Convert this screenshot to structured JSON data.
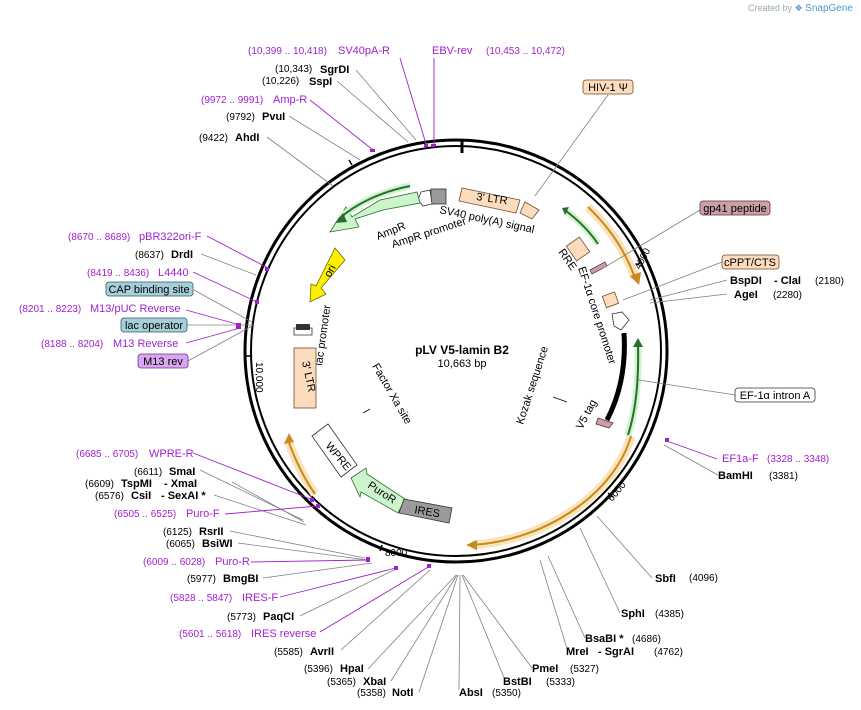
{
  "credit": {
    "prefix": "Created by",
    "brand": "SnapGene"
  },
  "plasmid": {
    "name": "pLV V5-lamin B2",
    "size": "10,663 bp"
  },
  "ticks": [
    "2000",
    "4000",
    "6000",
    "8000",
    "10,000"
  ],
  "sites": {
    "sgrdi": {
      "name": "SgrDI",
      "pos": "(10,343)"
    },
    "sspi": {
      "name": "SspI",
      "pos": "(10,226)"
    },
    "pvui": {
      "name": "PvuI",
      "pos": "(9792)"
    },
    "ahdi": {
      "name": "AhdI",
      "pos": "(9422)"
    },
    "drdi": {
      "name": "DrdI",
      "pos": "(8637)"
    },
    "bspdi": {
      "name": "BspDI",
      "sep": "- ClaI",
      "pos": "(2180)"
    },
    "agei": {
      "name": "AgeI",
      "pos": "(2280)"
    },
    "bamhi": {
      "name": "BamHI",
      "pos": "(3381)"
    },
    "sbfi": {
      "name": "SbfI",
      "pos": "(4096)"
    },
    "sphi": {
      "name": "SphI",
      "pos": "(4385)"
    },
    "bsabi": {
      "name": "BsaBI *",
      "pos": "(4686)"
    },
    "mrei": {
      "name": "MreI",
      "sep": "- SgrAI",
      "pos": "(4762)"
    },
    "pmei": {
      "name": "PmeI",
      "pos": "(5327)"
    },
    "bstbi": {
      "name": "BstBI",
      "pos": "(5333)"
    },
    "absi": {
      "name": "AbsI",
      "pos": "(5350)"
    },
    "noti": {
      "name": "NotI",
      "pos": "(5358)"
    },
    "xbai": {
      "name": "XbaI",
      "pos": "(5365)"
    },
    "hpai": {
      "name": "HpaI",
      "pos": "(5396)"
    },
    "avrii": {
      "name": "AvrII",
      "pos": "(5585)"
    },
    "paqci": {
      "name": "PaqCI",
      "pos": "(5773)"
    },
    "bmgbi": {
      "name": "BmgBI",
      "pos": "(5977)"
    },
    "bsiwi": {
      "name": "BsiWI",
      "pos": "(6065)"
    },
    "rsrii": {
      "name": "RsrII",
      "pos": "(6125)"
    },
    "csii": {
      "name": "CsiI",
      "sep": "- SexAI *",
      "pos": "(6576)"
    },
    "tspmi": {
      "name": "TspMI",
      "sep": "- XmaI",
      "pos": "(6609)"
    },
    "smai": {
      "name": "SmaI",
      "pos": "(6611)"
    }
  },
  "primers": {
    "sv40pa_r": {
      "range": "(10,399 .. 10,418)",
      "name": "SV40pA-R"
    },
    "ebv_rev": {
      "name": "EBV-rev",
      "range": "(10,453 .. 10,472)"
    },
    "ampr": {
      "range": "(9972 .. 9991)",
      "name": "Amp-R"
    },
    "pbr322": {
      "range": "(8670 .. 8689)",
      "name": "pBR322ori-F"
    },
    "l4440": {
      "range": "(8419 .. 8436)",
      "name": "L4440"
    },
    "m13puc": {
      "range": "(8201 .. 8223)",
      "name": "M13/pUC Reverse"
    },
    "m13rev": {
      "range": "(8188 .. 8204)",
      "name": "M13 Reverse"
    },
    "ef1a_f": {
      "name": "EF1a-F",
      "range": "(3328 .. 3348)"
    },
    "wpre_r": {
      "range": "(6685 .. 6705)",
      "name": "WPRE-R"
    },
    "puro_f": {
      "range": "(6505 .. 6525)",
      "name": "Puro-F"
    },
    "puro_r": {
      "range": "(6009 .. 6028)",
      "name": "Puro-R"
    },
    "ires_f": {
      "range": "(5828 .. 5847)",
      "name": "IRES-F"
    },
    "ires_rev": {
      "range": "(5601 .. 5618)",
      "name": "IRES reverse"
    }
  },
  "boxes": {
    "hiv": "HIV-1 Ψ",
    "gp41": "gp41 peptide",
    "cppt": "cPPT/CTS",
    "ef1intron": "EF-1α intron A",
    "cap": "CAP binding site",
    "lacop": "lac operator",
    "m13": "M13 rev"
  },
  "features": {
    "ltr3_top": "3' LTR",
    "sv40": "SV40 poly(A) signal",
    "ampr": "AmpR",
    "ampr_prom": "AmpR promoter",
    "ori": "ori",
    "lac_prom": "lac promoter",
    "ltr3_left": "3' LTR",
    "factor_xa": "Factor Xa site",
    "wpre": "WPRE",
    "puror": "PuroR",
    "ires": "IRES",
    "rre": "RRE",
    "ef1a_core": "EF-1α core promoter",
    "kozak": "Kozak sequence",
    "v5": "V5 tag"
  }
}
